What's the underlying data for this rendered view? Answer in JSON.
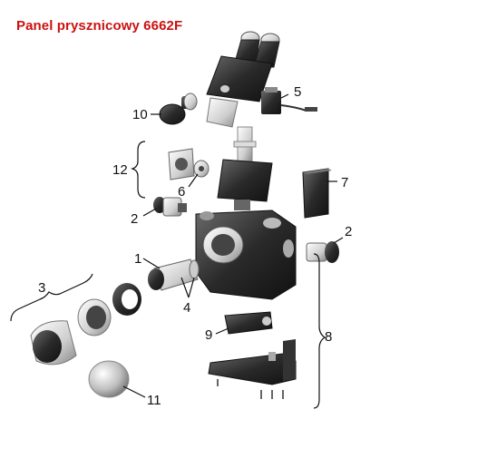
{
  "title": "Panel prysznicowy 6662F",
  "colors": {
    "title": "#cc1111",
    "part_dark": "#2a2a2a",
    "part_light": "#d9d9d9"
  },
  "labels": {
    "l1": "1",
    "l2a": "2",
    "l2b": "2",
    "l3": "3",
    "l4": "4",
    "l5": "5",
    "l6": "6",
    "l7": "7",
    "l8": "8",
    "l9": "9",
    "l10": "10",
    "l11": "11",
    "l12": "12"
  }
}
